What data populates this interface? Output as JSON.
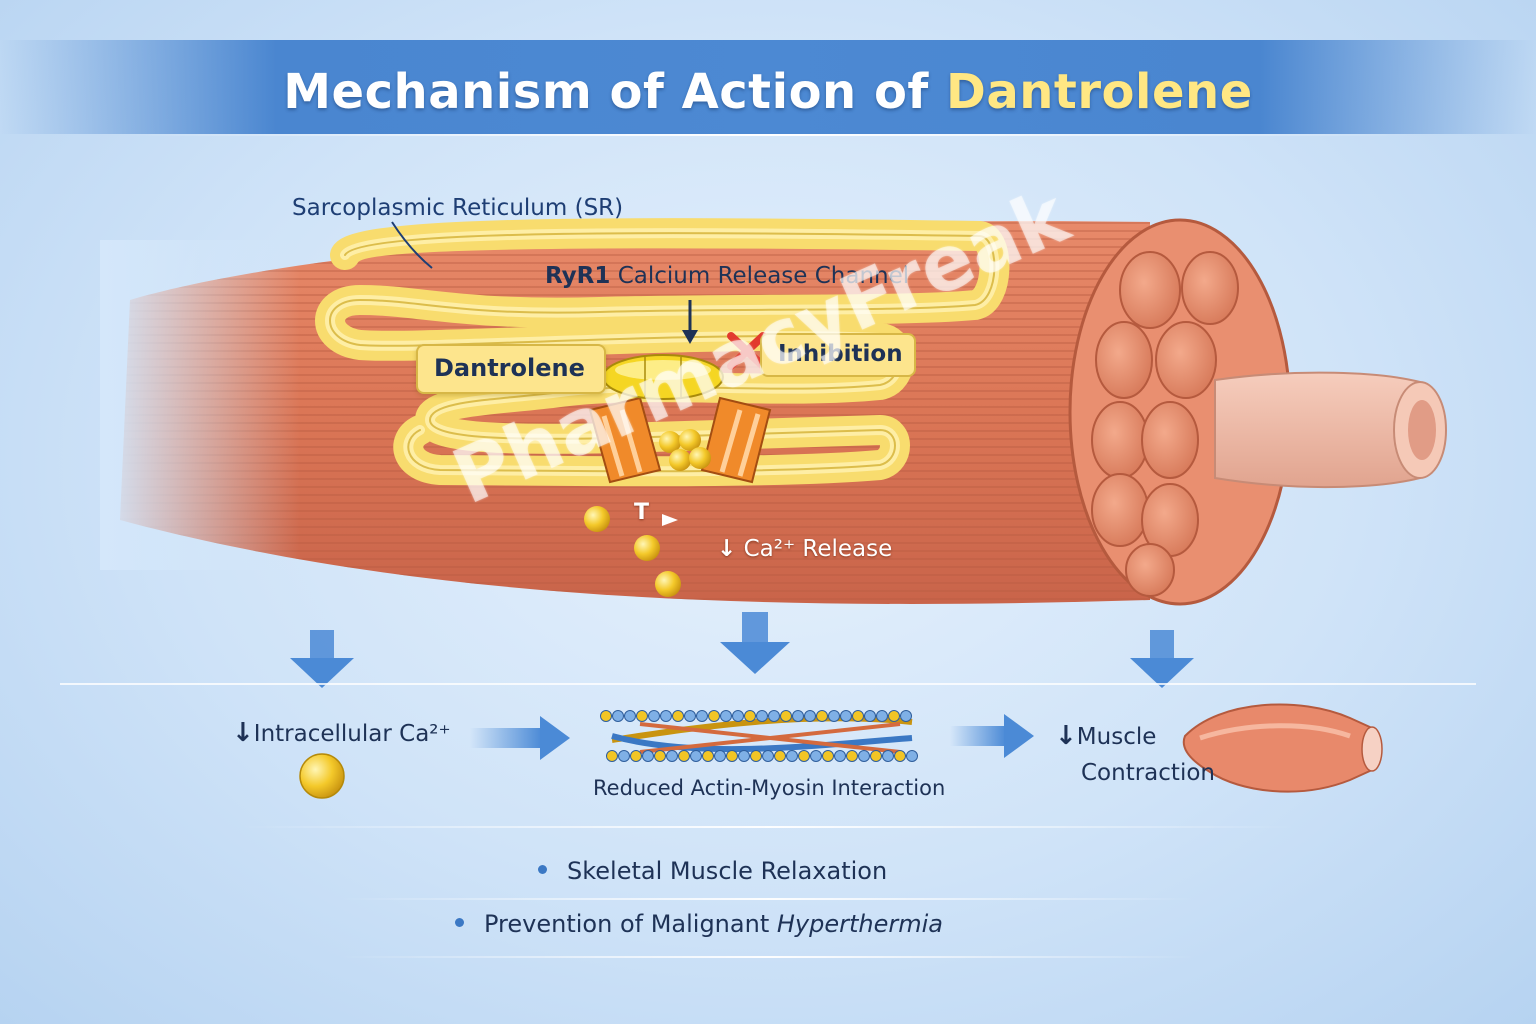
{
  "title": {
    "prefix": "Mechanism of Action of ",
    "highlight": "Dantrolene"
  },
  "labels": {
    "sarcoplasmic_reticulum": "Sarcoplasmic Reticulum (SR)",
    "ryr1_strong": "RyR1",
    "ryr1_rest": " Calcium Release Channel",
    "dantrolene": "Dantrolene",
    "inhibition": "Inhibition",
    "t_marker": "T",
    "ca_release_arrow": "↓",
    "ca_release_text": "Ca²⁺ Release"
  },
  "flow": {
    "intracellular_arrow": "↓",
    "intracellular_text": "Intracellular Ca²⁺",
    "actin_myosin": "Reduced Actin-Myosin Interaction",
    "muscle_arrow": "↓",
    "muscle_line1": "Muscle",
    "muscle_line2": "Contraction"
  },
  "outcomes": [
    {
      "text": "Skeletal Muscle Relaxation"
    },
    {
      "text_normal": "Prevention of Malignant ",
      "text_italic": "Hyperthermia"
    }
  ],
  "watermark": "PharmacyFreak",
  "colors": {
    "title_band": "#4a86d0",
    "title_highlight": "#ffe783",
    "muscle": "#e07f5f",
    "sr_yellow": "#fbe07a",
    "arrow_blue": "#4b8ad6",
    "calcium": "#f2c525",
    "inhibition_x": "#e23a2e",
    "text_dark": "#1e3256"
  },
  "icons": [
    "down-arrow-icon",
    "right-arrow-icon",
    "inhibition-x-icon",
    "calcium-ion-icon",
    "muscle-icon"
  ]
}
